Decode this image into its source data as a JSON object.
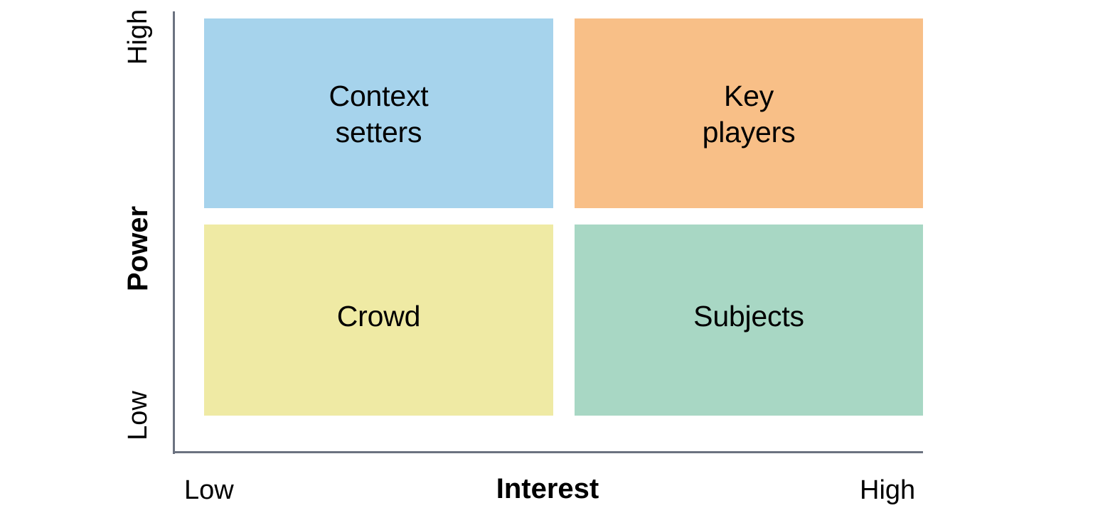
{
  "chart_data": {
    "type": "table",
    "title": "",
    "xlabel": "Interest",
    "ylabel": "Power",
    "x_tick_labels": [
      "Low",
      "High"
    ],
    "y_tick_labels": [
      "Low",
      "High"
    ],
    "grid": false,
    "legend": "none",
    "categories": [
      "Low Interest",
      "High Interest"
    ],
    "rows": [
      "High Power",
      "Low Power"
    ],
    "cells": [
      {
        "label": "Context setters",
        "interest": "Low",
        "power": "High",
        "color": "#a6d3ec"
      },
      {
        "label": "Key players",
        "interest": "High",
        "power": "High",
        "color": "#f8bf87"
      },
      {
        "label": "Crowd",
        "interest": "Low",
        "power": "Low",
        "color": "#efeaa4"
      },
      {
        "label": "Subjects",
        "interest": "High",
        "power": "Low",
        "color": "#a8d7c4"
      }
    ]
  },
  "axes": {
    "y": {
      "title": "Power",
      "tick_high": "High",
      "tick_low": "Low"
    },
    "x": {
      "title": "Interest",
      "tick_low": "Low",
      "tick_high": "High"
    },
    "line_color": "#6b7280"
  },
  "quadrants": {
    "context_setters": "Context\nsetters",
    "key_players": "Key\nplayers",
    "crowd": "Crowd",
    "subjects": "Subjects"
  },
  "colors": {
    "context_setters": "#a6d3ec",
    "key_players": "#f8bf87",
    "crowd": "#efeaa4",
    "subjects": "#a8d7c4",
    "axis": "#6b7280",
    "text": "#000000",
    "background": "#ffffff"
  }
}
